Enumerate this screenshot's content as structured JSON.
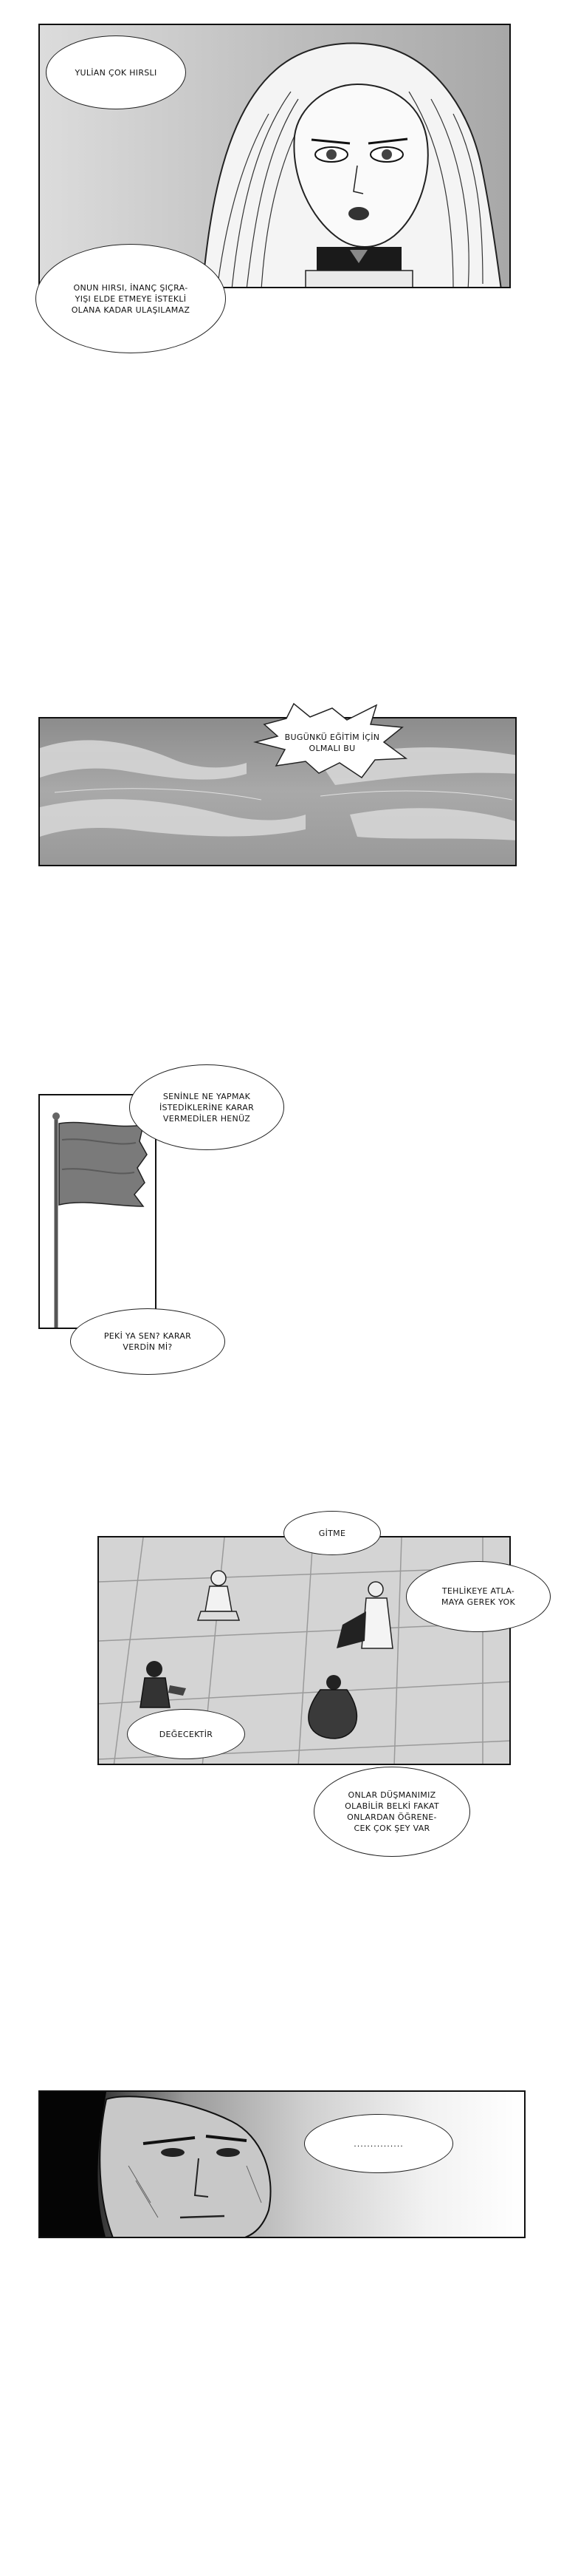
{
  "panels": {
    "p1": {
      "bubbles": [
        "YULİAN ÇOK HIRSLI",
        "ONUN HIRSI, İNANÇ ŞIÇRA-\nYIŞI ELDE ETMEYE İSTEKLİ\nOLANA KADAR ULAŞILAMAZ"
      ]
    },
    "p2": {
      "bubble": "BUGÜNKÜ EĞİTİM İÇİN\nOLMALI BU"
    },
    "p3": {
      "bubbles": [
        "SENİNLE NE YAPMAK\nİSTEDİKLERİNE KARAR\nVERMEDİLER HENÜZ",
        "PEKİ YA SEN? KARAR\nVERDİN Mİ?"
      ]
    },
    "p4": {
      "bubbles": [
        "GİTME",
        "TEHLİKEYE ATLA-\nMAYA GEREK YOK",
        "DEĞECEKTİR",
        "ONLAR DÜŞMANIMIZ\nOLABİLİR BELKİ FAKAT\nONLARDAN ÖĞRENE-\nCEK ÇOK ŞEY VAR"
      ]
    },
    "p5": {
      "bubble": "..............."
    }
  }
}
